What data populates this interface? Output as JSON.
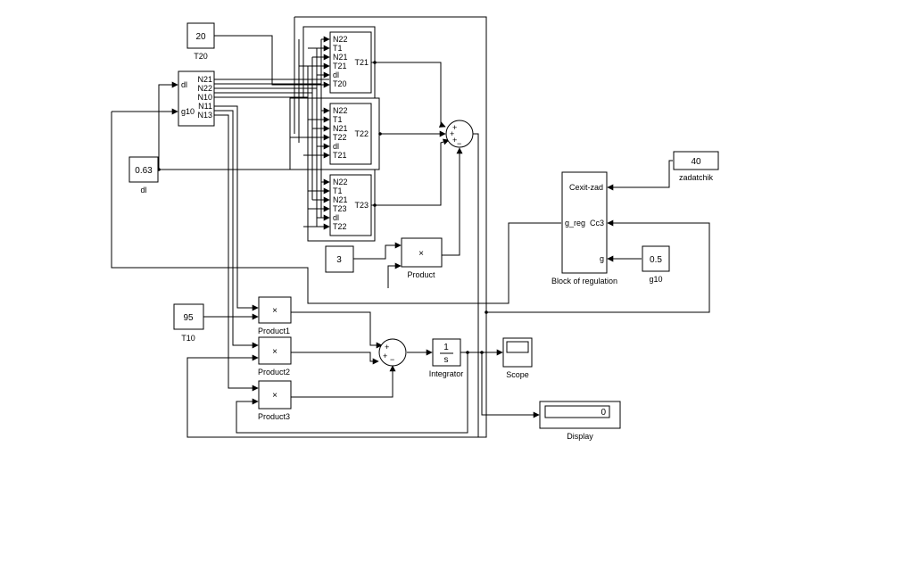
{
  "constants": {
    "t20": {
      "value": "20",
      "label": "T20"
    },
    "dl": {
      "value": "0.63",
      "label": "dl"
    },
    "three": {
      "value": "3"
    },
    "t10": {
      "value": "95",
      "label": "T10"
    },
    "zadatchik": {
      "value": "40",
      "label": "zadatchik"
    },
    "g10": {
      "value": "0.5",
      "label": "g10"
    }
  },
  "splitter": {
    "in_ports": [
      "dl",
      "g10"
    ],
    "out_ports": [
      "N21",
      "N22",
      "N10",
      "N11",
      "N13"
    ]
  },
  "subsystems": [
    {
      "in_ports": [
        "N22",
        "T1",
        "N21",
        "T21",
        "dl",
        "T20"
      ],
      "out_port": "T21"
    },
    {
      "in_ports": [
        "N22",
        "T1",
        "N21",
        "T22",
        "dl",
        "T21"
      ],
      "out_port": "T22"
    },
    {
      "in_ports": [
        "N22",
        "T1",
        "N21",
        "T23",
        "dl",
        "T22"
      ],
      "out_port": "T23"
    }
  ],
  "sum_top": {
    "signs": [
      "+",
      "+",
      "+",
      "−"
    ]
  },
  "sum_bottom": {
    "signs": [
      "+",
      "+",
      "−"
    ]
  },
  "products": {
    "product": {
      "symbol": "×",
      "label": "Product"
    },
    "product1": {
      "symbol": "×",
      "label": "Product1"
    },
    "product2": {
      "symbol": "×",
      "label": "Product2"
    },
    "product3": {
      "symbol": "×",
      "label": "Product3"
    }
  },
  "integrator": {
    "numerator": "1",
    "denominator": "s",
    "label": "Integrator"
  },
  "scope": {
    "label": "Scope"
  },
  "display": {
    "value": "0",
    "label": "Display"
  },
  "regulation": {
    "ports": {
      "cexit": "Cexit-zad",
      "greg": "g_reg",
      "cc3": "Cc3",
      "g": "g"
    },
    "label": "Block of regulation"
  }
}
